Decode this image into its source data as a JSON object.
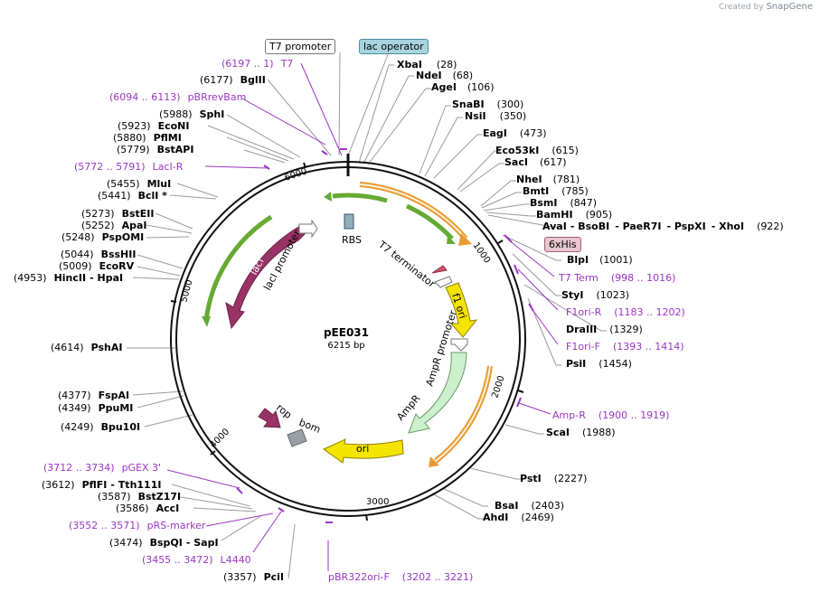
{
  "watermark": {
    "created_by": "Created by",
    "brand": "SnapGene"
  },
  "plasmid": {
    "name": "pEE031",
    "size": "6215 bp"
  },
  "top_labels": {
    "t7_promoter": "T7 promoter",
    "lac_operator": "lac operator",
    "sixhis": "6xHis"
  },
  "features_text": {
    "rbs": "RBS",
    "t7_terminator": "T7 terminator",
    "f1_ori": "f1 ori",
    "ampr_promoter": "AmpR promoter",
    "ampr": "AmpR",
    "laci": "lacI",
    "laci_promoter": "lacI promoter",
    "rop": "rop",
    "bom": "bom",
    "ori": "ori"
  },
  "ticks": [
    "1000",
    "2000",
    "3000",
    "4000",
    "5000",
    "6000"
  ],
  "colors": {
    "ring": "#111111",
    "green_arrow": "#66aa33",
    "orange_arrow": "#e89a30",
    "primer": "#9a35c4",
    "laci": "#993366",
    "ori": "#f5e400",
    "ampr": "#ccf0cc"
  }
}
